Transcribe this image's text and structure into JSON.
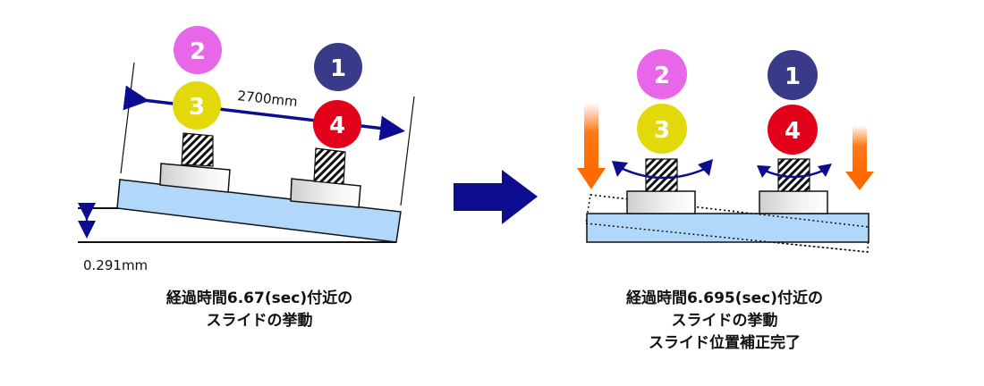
{
  "left_panel": {
    "dimension_length": "2700mm",
    "dimension_height": "0.291mm",
    "circles": [
      {
        "label": "1",
        "color": "#3a3a8a"
      },
      {
        "label": "2",
        "color": "#e866e8"
      },
      {
        "label": "3",
        "color": "#e3d90a"
      },
      {
        "label": "4",
        "color": "#e3001b"
      }
    ],
    "caption": [
      "経過時間6.67(sec)付近の",
      "スライドの挙動"
    ]
  },
  "right_panel": {
    "circles": [
      {
        "label": "1",
        "color": "#3a3a8a"
      },
      {
        "label": "2",
        "color": "#e866e8"
      },
      {
        "label": "3",
        "color": "#e3d90a"
      },
      {
        "label": "4",
        "color": "#e3001b"
      }
    ],
    "caption": [
      "経過時間6.695(sec)付近の",
      "スライドの挙動",
      "スライド位置補正完了"
    ]
  },
  "colors": {
    "slide_fill": "#b1d8fb",
    "arrow_blue": "#0d0d8f",
    "force_orange": "#ff6a00"
  }
}
